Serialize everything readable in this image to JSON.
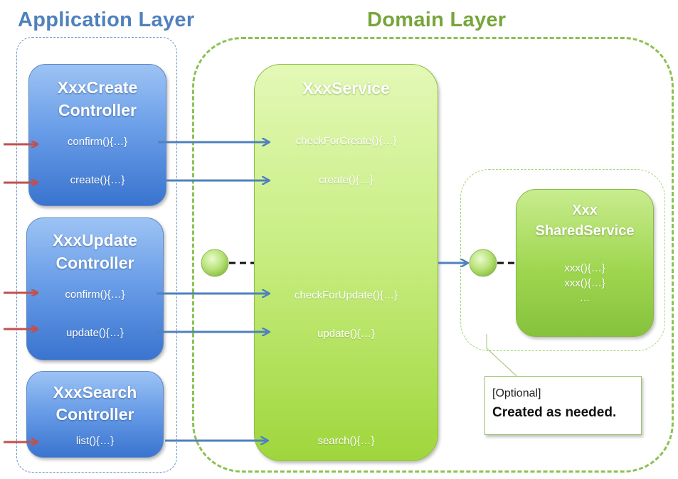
{
  "layers": {
    "application": "Application Layer",
    "domain": "Domain Layer"
  },
  "controllers": {
    "create": {
      "title_line1": "XxxCreate",
      "title_line2": "Controller",
      "methods": [
        "confirm(){…}",
        "create(){…}"
      ]
    },
    "update": {
      "title_line1": "XxxUpdate",
      "title_line2": "Controller",
      "methods": [
        "confirm(){…}",
        "update(){…}"
      ]
    },
    "search": {
      "title_line1": "XxxSearch",
      "title_line2": "Controller",
      "methods": [
        "list(){…}"
      ]
    }
  },
  "service": {
    "title": "XxxService",
    "methods": [
      "checkForCreate(){…}",
      "create(){…}",
      "checkForUpdate(){…}",
      "update(){…}",
      "search(){…}"
    ]
  },
  "shared_service": {
    "title_line1": "Xxx",
    "title_line2": "SharedService",
    "methods": [
      "xxx(){…}",
      "xxx(){…}",
      "…"
    ]
  },
  "note": {
    "line1": "[Optional]",
    "line2": "Created as needed."
  },
  "colors": {
    "application_accent": "#4f81bd",
    "domain_accent": "#77a53a",
    "input_arrow": "#c0504d",
    "call_arrow": "#4f81bd"
  }
}
